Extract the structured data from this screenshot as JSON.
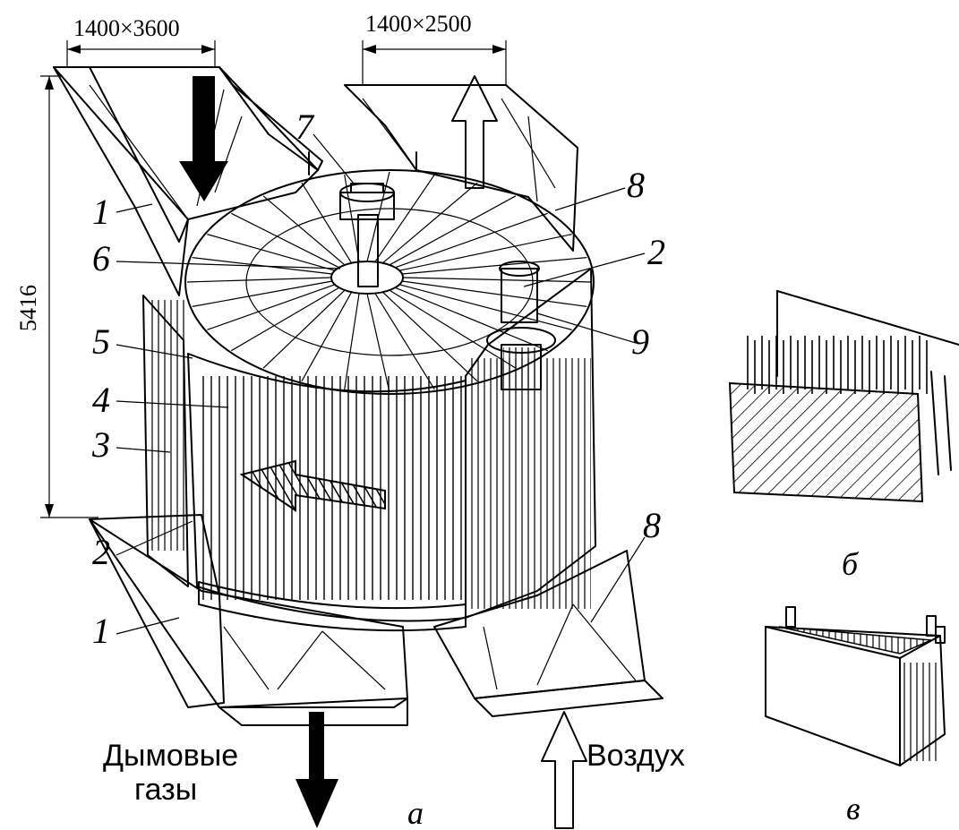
{
  "dimensions": {
    "inlet_width": "1400×3600",
    "outlet_width": "1400×2500",
    "height": "5416"
  },
  "callouts": [
    "1",
    "2",
    "3",
    "4",
    "5",
    "6",
    "7",
    "8",
    "9"
  ],
  "flow_labels": {
    "flue_gas_line1": "Дымовые",
    "flue_gas_line2": "газы",
    "air": "Воздух"
  },
  "sublabels": {
    "main": "а",
    "packing_detail": "б",
    "basket_detail": "в"
  }
}
